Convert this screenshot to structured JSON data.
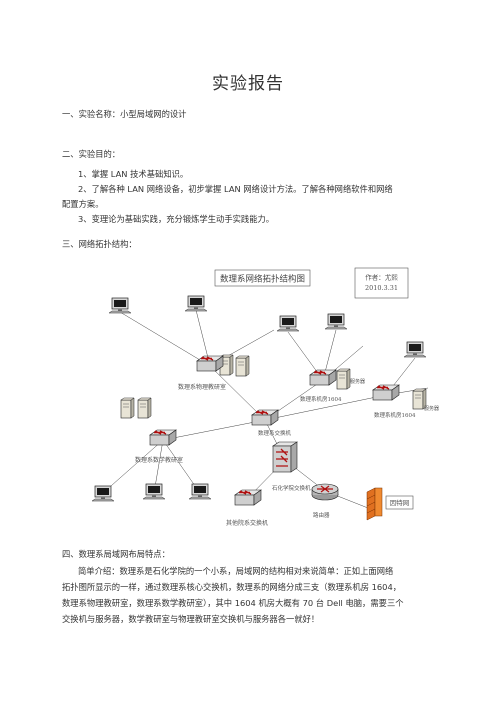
{
  "doc": {
    "title": "实验报告",
    "s1": "一、实验名称：小型局域网的设计",
    "s2": "二、实验目的：",
    "goal1": "1、掌握 LAN 技术基础知识。",
    "goal2a": "2、了解各种 LAN 网络设备，初步掌握 LAN 网络设计方法。了解各种网络软件和网络",
    "goal2b": "配置方案。",
    "goal3": "3、变理论为基础实践，充分锻炼学生动手实践能力。",
    "s3": "三、网络拓扑结构：",
    "s4": "四、数理系局域网布局特点：",
    "p1": "简单介绍：数理系是石化学院的一个小系，局域网的结构相对来说简单：正如上面网络",
    "p2": "拓扑图所显示的一样，通过数理系核心交换机，数理系的网络分成三支（数理系机房 1604，",
    "p3": "数理系物理教研室，数理系数学教研室），其中 1604 机房大概有 70 台 Dell 电脑，需要三个",
    "p4": "交换机与服务器，数学教研室与物理教研室交换机与服务器各一就好！"
  },
  "diagram": {
    "title": "数理系网络拓扑结构图",
    "author_line1": "作者：尤熙",
    "author_line2": "2010.3.31",
    "labels": {
      "physics": "数理系物理教研室",
      "lab1": "数理系机房1604",
      "lab2": "数理系机房1604",
      "core": "数理系交换机",
      "math": "数理系数学教研室",
      "campus": "石化学院交换机",
      "router": "路由器",
      "other": "其他院系交换机",
      "internet": "因特网",
      "server1": "服务器",
      "server2": "服务器"
    }
  }
}
